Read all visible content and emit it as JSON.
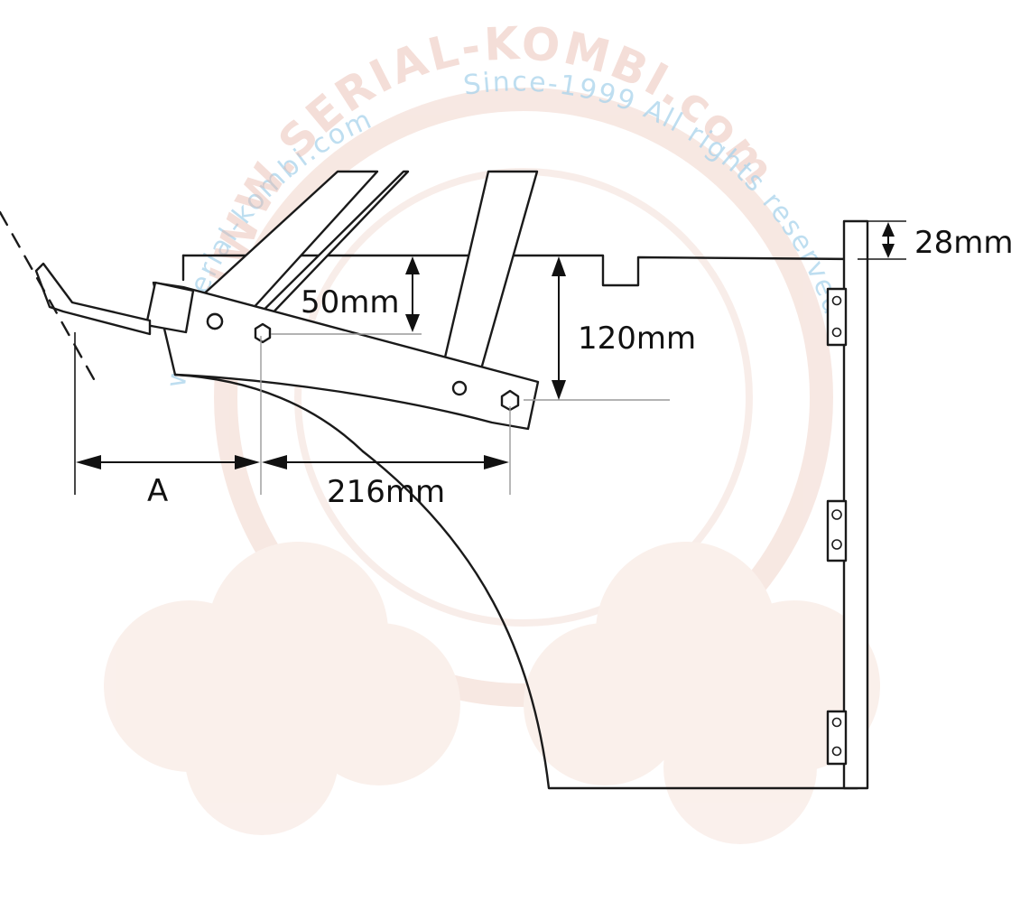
{
  "diagram": {
    "dimensions": {
      "flap_thickness": "28mm",
      "lever_height": "50mm",
      "pivot_height": "120mm",
      "pivot_spacing": "216mm",
      "offset_a": "A"
    }
  },
  "watermark": {
    "url_text": "www.serial-kombi.com",
    "brand_text": "WWW.SERIAL-KOMBI.com",
    "since_text": "Since-1999 All rights reserved"
  },
  "colors": {
    "ink": "#1a1a1a",
    "reference_line": "#9a9a9a",
    "watermark_blue": "#a9d3ec",
    "watermark_red": "#e7b7aa"
  }
}
